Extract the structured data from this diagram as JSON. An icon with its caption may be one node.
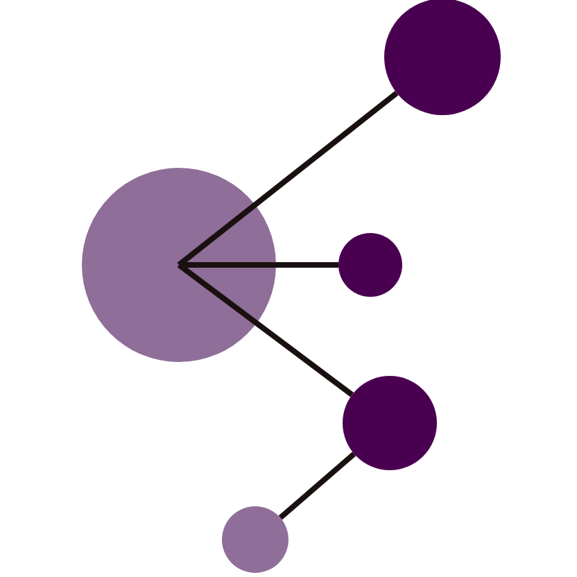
{
  "diagram": {
    "nodes": [
      {
        "text": [],
        "shape": "circle"
      },
      {
        "text": [],
        "shape": "circle"
      },
      {
        "text": [],
        "shape": "circle"
      },
      {
        "text": [],
        "shape": "circle"
      },
      {
        "text": [],
        "shape": "circle"
      }
    ],
    "edges": [
      {
        "from": 0,
        "to": 1,
        "arrow": "none"
      },
      {
        "from": 0,
        "to": 2,
        "arrow": "none"
      },
      {
        "from": 0,
        "to": 3,
        "arrow": "none"
      },
      {
        "from": 3,
        "to": 4,
        "arrow": "none"
      }
    ]
  }
}
